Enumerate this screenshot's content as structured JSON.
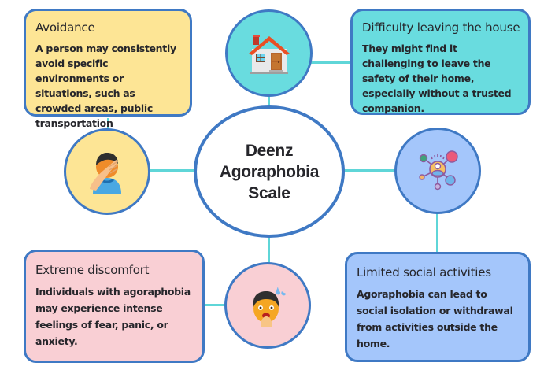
{
  "center": {
    "title_line1": "Deenz",
    "title_line2": "Agoraphobia",
    "title_line3": "Scale"
  },
  "nodes": [
    {
      "title": "Avoidance",
      "body": "A person may consistently avoid specific environments or situations, such as crowded areas, public transportation",
      "icon": "facepalm-person-icon",
      "color": "#fde595"
    },
    {
      "title": "Difficulty leaving the house",
      "body": "They might find it challenging to leave the safety of their home, especially without a trusted companion.",
      "icon": "house-icon",
      "color": "#69dcdf"
    },
    {
      "title": "Extreme discomfort",
      "body": "Individuals with agoraphobia may experience intense feelings of fear, panic, or anxiety.",
      "icon": "anxious-face-icon",
      "color": "#f9cfd4"
    },
    {
      "title": "Limited social activities",
      "body": "Agoraphobia can lead to social isolation or withdrawal from activities outside the home.",
      "icon": "social-network-icon",
      "color": "#a4c6fb"
    }
  ],
  "colors": {
    "border": "#3f79c4",
    "connector": "#5fd6d8",
    "text": "#26262b"
  }
}
